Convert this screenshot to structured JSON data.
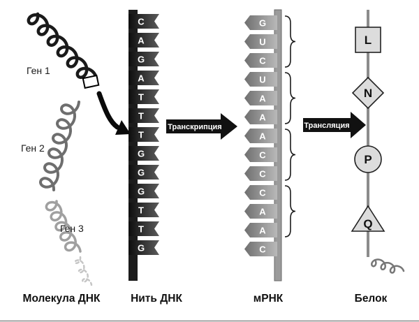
{
  "genes": [
    {
      "label": "Ген 1"
    },
    {
      "label": "Ген 2"
    },
    {
      "label": "Ген 3"
    }
  ],
  "arrows": {
    "transcription": "Транскрипция",
    "translation": "Трансляция"
  },
  "columns": {
    "dna_molecule": "Молекула ДНК",
    "dna_strand": "Нить ДНК",
    "mrna": "мРНК",
    "protein": "Белок"
  },
  "dna_strand_letters": [
    "C",
    "A",
    "G",
    "A",
    "T",
    "T",
    "T",
    "G",
    "G",
    "G",
    "T",
    "T",
    "G"
  ],
  "mrna_letters": [
    "G",
    "U",
    "C",
    "U",
    "A",
    "A",
    "A",
    "C",
    "C",
    "C",
    "A",
    "A",
    "C"
  ],
  "codon_group_size": 3,
  "protein_residues": [
    {
      "shape": "square",
      "label": "L"
    },
    {
      "shape": "diamond",
      "label": "N"
    },
    {
      "shape": "circle",
      "label": "P"
    },
    {
      "shape": "triangle",
      "label": "Q"
    }
  ],
  "colors": {
    "dna_flag_start": "#0d0d0d",
    "dna_flag_end": "#5c5c5c",
    "mrna_flag_start": "#6f6f6f",
    "mrna_flag_end": "#b9b9b9",
    "helix_gene1": "#1a1a1a",
    "helix_gene2": "#6e6e6e",
    "helix_gene3": "#a0a0a0",
    "helix_tail": "#c6c6c6",
    "arrow_fill": "#111111",
    "arrow_text": "#ffffff",
    "residue_fill": "#dcdcdc",
    "residue_stroke": "#222222"
  }
}
